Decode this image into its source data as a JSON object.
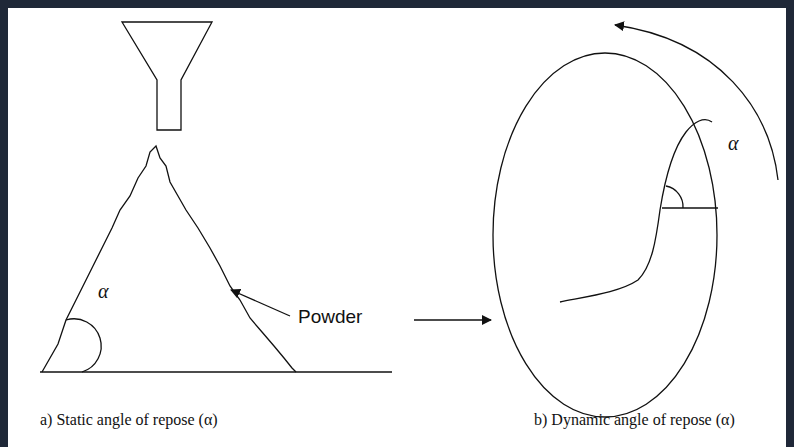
{
  "diagram": {
    "labels": [
      "α",
      "α",
      "Powder",
      "a) Static angle of repose (α)",
      "b) Dynamic angle of repose (α)"
    ]
  }
}
